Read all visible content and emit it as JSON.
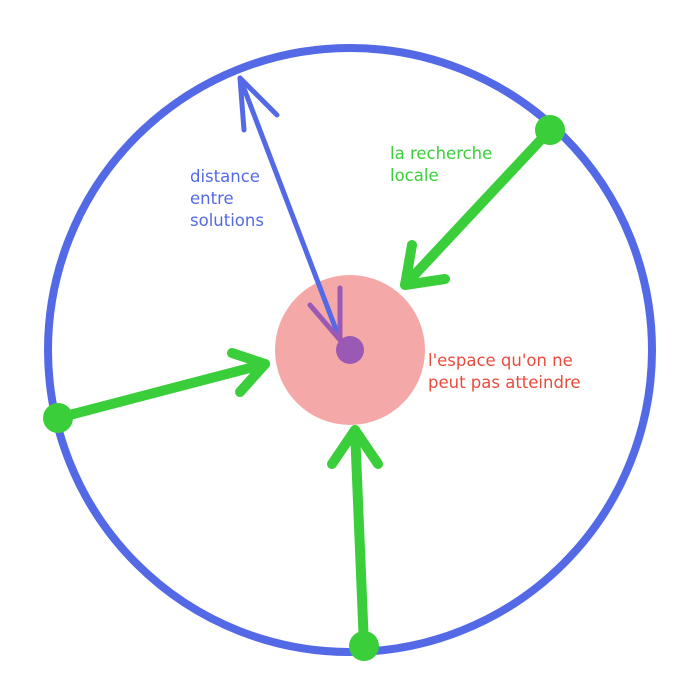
{
  "labels": {
    "distance": [
      "distance",
      "entre",
      "solutions"
    ],
    "local_search": [
      "la recherche",
      "locale"
    ],
    "unreachable": [
      "l'espace qu'on ne",
      "peut pas atteindre"
    ]
  },
  "colors": {
    "search_space_circle": "#5469e6",
    "distance_arrow": "#5469e6",
    "local_search": "#3acf3a",
    "unreachable_zone": "#f4a9a8",
    "unreachable_text": "#e84c3d",
    "center_dot": "#9b59b6"
  }
}
